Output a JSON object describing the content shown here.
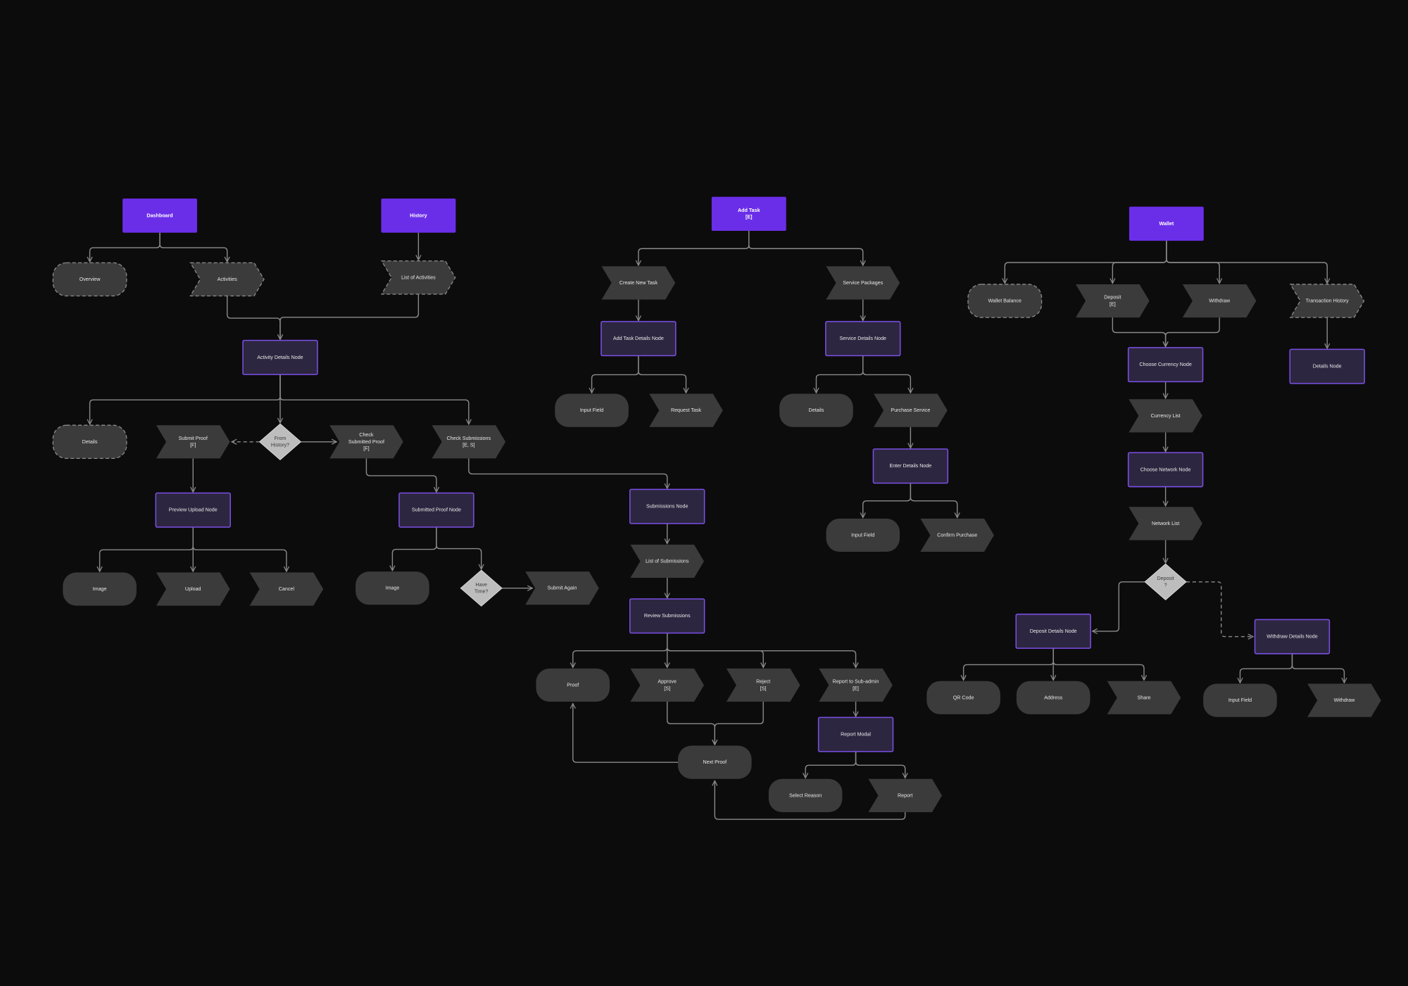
{
  "colors": {
    "background": "#0c0c0c",
    "primary_fill": "#6b2ee8",
    "node_fill": "#2d2640",
    "node_stroke": "#7b4fe6",
    "shape_fill": "#3b3b3b",
    "dashed_stroke": "#8c8c8c",
    "diamond_fill": "#bdbdbd",
    "edge": "#8a8a8a"
  },
  "nodes": {
    "dashboard": {
      "type": "primary",
      "label": "Dashboard"
    },
    "history": {
      "type": "primary",
      "label": "History"
    },
    "overview": {
      "type": "pill",
      "dashed": true,
      "label": "Overview"
    },
    "activities": {
      "type": "chevron",
      "dashed": true,
      "label": "Activities"
    },
    "list_activities": {
      "type": "chevron",
      "dashed": true,
      "label": "List of Activities"
    },
    "activity_details": {
      "type": "node",
      "label": "Activity Details Node"
    },
    "details_1": {
      "type": "pill",
      "dashed": true,
      "label": "Details"
    },
    "submit_proof": {
      "type": "chevron",
      "label": "Submit Proof\n[F]"
    },
    "from_history": {
      "type": "diamond",
      "label": "From\nHistory?"
    },
    "check_submitted": {
      "type": "chevron",
      "label": "Check\nSubmitted Proof\n[F]"
    },
    "check_submissions": {
      "type": "chevron",
      "label": "Check Submissions\n[E, S]"
    },
    "preview_upload": {
      "type": "node",
      "label": "Preview Upload Node"
    },
    "image_1": {
      "type": "pill",
      "label": "Image"
    },
    "upload": {
      "type": "chevron",
      "label": "Upload"
    },
    "cancel": {
      "type": "chevron",
      "label": "Cancel"
    },
    "submitted_proof_node": {
      "type": "node",
      "label": "Submitted Proof Node"
    },
    "image_2": {
      "type": "pill",
      "label": "Image"
    },
    "have_time": {
      "type": "diamond",
      "label": "Have\nTime?"
    },
    "submit_again": {
      "type": "chevron",
      "label": "Submit Again"
    },
    "add_task": {
      "type": "primary",
      "label": "Add Task\n[E]"
    },
    "create_new_task": {
      "type": "chevron",
      "label": "Create New Task"
    },
    "service_packages": {
      "type": "chevron",
      "label": "Service Packages"
    },
    "add_task_details": {
      "type": "node",
      "label": "Add Task Details Node"
    },
    "service_details": {
      "type": "node",
      "label": "Service Details Node"
    },
    "input_field_1": {
      "type": "pill",
      "label": "Input Field"
    },
    "request_task": {
      "type": "chevron",
      "label": "Request Task"
    },
    "details_2": {
      "type": "pill",
      "label": "Details"
    },
    "purchase_service": {
      "type": "chevron",
      "label": "Purchase Service"
    },
    "enter_details": {
      "type": "node",
      "label": "Enter Details Node"
    },
    "input_field_2": {
      "type": "pill",
      "label": "Input Field"
    },
    "confirm_purchase": {
      "type": "chevron",
      "label": "Confirm Purchase"
    },
    "submissions_node": {
      "type": "node",
      "label": "Submissions Node"
    },
    "list_submissions": {
      "type": "chevron",
      "label": "List of Submissions"
    },
    "review_submissions": {
      "type": "node",
      "label": "Review Submissions"
    },
    "proof": {
      "type": "pill",
      "label": "Proof"
    },
    "approve": {
      "type": "chevron",
      "label": "Approve\n[S]"
    },
    "reject": {
      "type": "chevron",
      "label": "Reject\n[S]"
    },
    "report_sub_admin": {
      "type": "chevron",
      "label": "Report to Sub-admin\n[E]"
    },
    "report_modal": {
      "type": "node",
      "label": "Report Modal"
    },
    "next_proof": {
      "type": "pill",
      "label": "Next Proof"
    },
    "select_reason": {
      "type": "pill",
      "label": "Select Reason"
    },
    "report": {
      "type": "chevron",
      "label": "Report"
    },
    "wallet": {
      "type": "primary",
      "label": "Wallet"
    },
    "wallet_balance": {
      "type": "pill",
      "dashed": true,
      "label": "Wallet Balance"
    },
    "deposit": {
      "type": "chevron",
      "label": "Deposit\n[E]"
    },
    "withdraw_1": {
      "type": "chevron",
      "label": "Withdraw"
    },
    "transaction_history": {
      "type": "chevron",
      "dashed": true,
      "label": "Transaction History"
    },
    "choose_currency": {
      "type": "node",
      "label": "Choose Currency Node"
    },
    "details_node": {
      "type": "node",
      "label": "Details Node"
    },
    "currency_list": {
      "type": "chevron",
      "label": "Currency List"
    },
    "choose_network": {
      "type": "node",
      "label": "Choose Network Node"
    },
    "network_list": {
      "type": "chevron",
      "label": "Network List"
    },
    "deposit_q": {
      "type": "diamond",
      "label": "Deposit\n?"
    },
    "deposit_details": {
      "type": "node",
      "label": "Deposit Details Node"
    },
    "withdraw_details": {
      "type": "node",
      "label": "Withdraw Details Node"
    },
    "qr_code": {
      "type": "pill",
      "label": "QR Code"
    },
    "address": {
      "type": "pill",
      "label": "Address"
    },
    "share": {
      "type": "chevron",
      "label": "Share"
    },
    "input_field_3": {
      "type": "pill",
      "label": "Input Field"
    },
    "withdraw_2": {
      "type": "chevron",
      "label": "Withdraw"
    }
  },
  "edges": [
    [
      "dashboard",
      "overview"
    ],
    [
      "dashboard",
      "activities"
    ],
    [
      "history",
      "list_activities"
    ],
    [
      "activities",
      "activity_details"
    ],
    [
      "list_activities",
      "activity_details"
    ],
    [
      "activity_details",
      "details_1"
    ],
    [
      "activity_details",
      "from_history"
    ],
    [
      "activity_details",
      "check_submissions"
    ],
    [
      "from_history",
      "submit_proof",
      "dashed"
    ],
    [
      "from_history",
      "check_submitted"
    ],
    [
      "submit_proof",
      "preview_upload"
    ],
    [
      "preview_upload",
      "image_1"
    ],
    [
      "preview_upload",
      "upload"
    ],
    [
      "preview_upload",
      "cancel"
    ],
    [
      "check_submitted",
      "submitted_proof_node"
    ],
    [
      "submitted_proof_node",
      "image_2"
    ],
    [
      "submitted_proof_node",
      "have_time"
    ],
    [
      "have_time",
      "submit_again"
    ],
    [
      "check_submissions",
      "submissions_node"
    ],
    [
      "submissions_node",
      "list_submissions"
    ],
    [
      "list_submissions",
      "review_submissions"
    ],
    [
      "review_submissions",
      "proof"
    ],
    [
      "review_submissions",
      "approve"
    ],
    [
      "review_submissions",
      "reject"
    ],
    [
      "review_submissions",
      "report_sub_admin"
    ],
    [
      "approve",
      "next_proof"
    ],
    [
      "reject",
      "next_proof"
    ],
    [
      "next_proof",
      "proof"
    ],
    [
      "report_sub_admin",
      "report_modal"
    ],
    [
      "report_modal",
      "select_reason"
    ],
    [
      "report_modal",
      "report"
    ],
    [
      "report",
      "next_proof"
    ],
    [
      "add_task",
      "create_new_task"
    ],
    [
      "add_task",
      "service_packages"
    ],
    [
      "create_new_task",
      "add_task_details"
    ],
    [
      "add_task_details",
      "input_field_1"
    ],
    [
      "add_task_details",
      "request_task"
    ],
    [
      "service_packages",
      "service_details"
    ],
    [
      "service_details",
      "details_2"
    ],
    [
      "service_details",
      "purchase_service"
    ],
    [
      "purchase_service",
      "enter_details"
    ],
    [
      "enter_details",
      "input_field_2"
    ],
    [
      "enter_details",
      "confirm_purchase"
    ],
    [
      "wallet",
      "wallet_balance"
    ],
    [
      "wallet",
      "deposit"
    ],
    [
      "wallet",
      "withdraw_1"
    ],
    [
      "wallet",
      "transaction_history"
    ],
    [
      "deposit",
      "choose_currency"
    ],
    [
      "withdraw_1",
      "choose_currency"
    ],
    [
      "transaction_history",
      "details_node"
    ],
    [
      "choose_currency",
      "currency_list"
    ],
    [
      "currency_list",
      "choose_network"
    ],
    [
      "choose_network",
      "network_list"
    ],
    [
      "network_list",
      "deposit_q"
    ],
    [
      "deposit_q",
      "deposit_details"
    ],
    [
      "deposit_q",
      "withdraw_details",
      "dashed"
    ],
    [
      "deposit_details",
      "qr_code"
    ],
    [
      "deposit_details",
      "address"
    ],
    [
      "deposit_details",
      "share"
    ],
    [
      "withdraw_details",
      "input_field_3"
    ],
    [
      "withdraw_details",
      "withdraw_2"
    ]
  ]
}
